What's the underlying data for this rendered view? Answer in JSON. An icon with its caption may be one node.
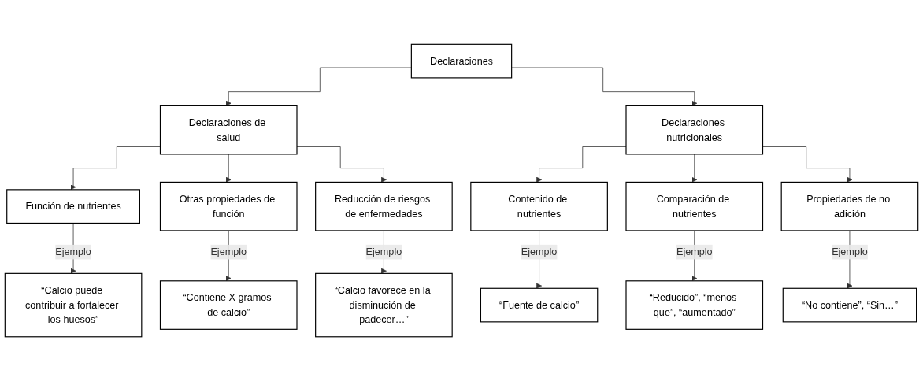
{
  "diagram": {
    "nodes": [
      {
        "text": [
          "Declaraciones"
        ]
      },
      {
        "text": [
          "Declaraciones de salud"
        ]
      },
      {
        "text": [
          "Declaraciones nutricionales"
        ]
      },
      {
        "text": [
          "Función de nutrientes"
        ]
      },
      {
        "text": [
          "Otras propiedades de función"
        ]
      },
      {
        "text": [
          "Reducción de riesgos de enfermedades"
        ]
      },
      {
        "text": [
          "Contenido de nutrientes"
        ]
      },
      {
        "text": [
          "Comparación de nutrientes"
        ]
      },
      {
        "text": [
          "Propiedades de no adición"
        ]
      },
      {
        "text": [
          "“Calcio puede contribuir a fortalecer los huesos”"
        ]
      },
      {
        "text": [
          "“Contiene X gramos de calcio”"
        ]
      },
      {
        "text": [
          "“Calcio favorece en la disminución de padecer…”"
        ]
      },
      {
        "text": [
          "“Fuente de calcio”"
        ]
      },
      {
        "text": [
          "“Reducido”, “menos que”, “aumentado”"
        ]
      },
      {
        "text": [
          "“No contiene”, “Sin…”"
        ]
      }
    ],
    "edges": [
      {
        "from": 0,
        "to": 1,
        "arrow": "to"
      },
      {
        "from": 0,
        "to": 2,
        "arrow": "to"
      },
      {
        "from": 1,
        "to": 3,
        "arrow": "to"
      },
      {
        "from": 1,
        "to": 4,
        "arrow": "to"
      },
      {
        "from": 1,
        "to": 5,
        "arrow": "to"
      },
      {
        "from": 2,
        "to": 6,
        "arrow": "to"
      },
      {
        "from": 2,
        "to": 7,
        "arrow": "to"
      },
      {
        "from": 2,
        "to": 8,
        "arrow": "to"
      },
      {
        "from": 3,
        "to": 9,
        "arrow": "to",
        "label": "Ejemplo"
      },
      {
        "from": 4,
        "to": 10,
        "arrow": "to",
        "label": "Ejemplo"
      },
      {
        "from": 5,
        "to": 11,
        "arrow": "to",
        "label": "Ejemplo"
      },
      {
        "from": 6,
        "to": 12,
        "arrow": "to",
        "label": "Ejemplo"
      },
      {
        "from": 7,
        "to": 13,
        "arrow": "to",
        "label": "Ejemplo"
      },
      {
        "from": 8,
        "to": 14,
        "arrow": "to",
        "label": "Ejemplo"
      }
    ]
  }
}
